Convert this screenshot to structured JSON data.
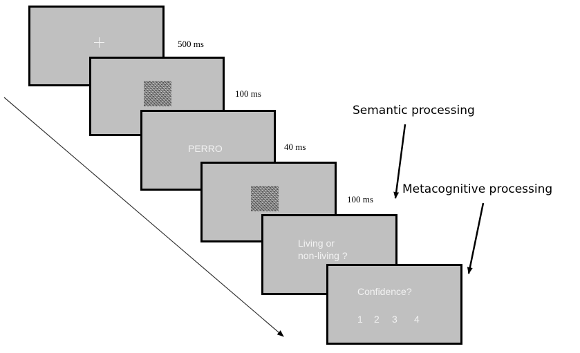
{
  "screens": {
    "word": "PERRO",
    "question_line1": "Living or",
    "question_line2": "non-living ?",
    "confidence": "Confidence?",
    "scale": [
      "1",
      "2",
      "3",
      "4"
    ]
  },
  "durations": [
    "500 ms",
    "100 ms",
    "40 ms",
    "100 ms"
  ],
  "labels": {
    "semantic": "Semantic processing",
    "metacognitive": "Metacognitive processing"
  }
}
